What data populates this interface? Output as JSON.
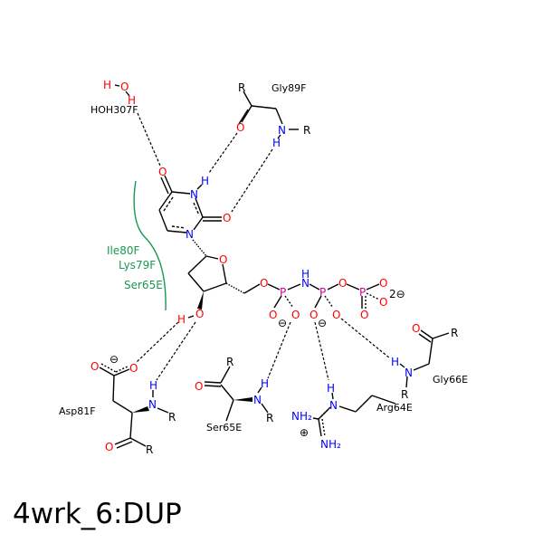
{
  "title": "4wrk_6:DUP",
  "colors": {
    "oxygen": "#ff0000",
    "nitrogen": "#0000ff",
    "phosphorus": "#cc0099",
    "hydrophobic": "#1a9850",
    "bond": "#000000"
  },
  "atoms": {
    "O": "O",
    "N": "N",
    "H": "H",
    "P": "P",
    "R": "R",
    "NH2": "NH₂",
    "minus": "⊖",
    "plus": "⊕",
    "two_minus": "2⊖"
  },
  "residues": {
    "water": "HOH307F",
    "gly89": "Gly89F",
    "asp81": "Asp81F",
    "ser65": "Ser65E",
    "arg64": "Arg64E",
    "gly66": "Gly66E"
  },
  "hydrophobic_contacts": [
    "Ile80F",
    "Lys79F",
    "Ser65E"
  ]
}
